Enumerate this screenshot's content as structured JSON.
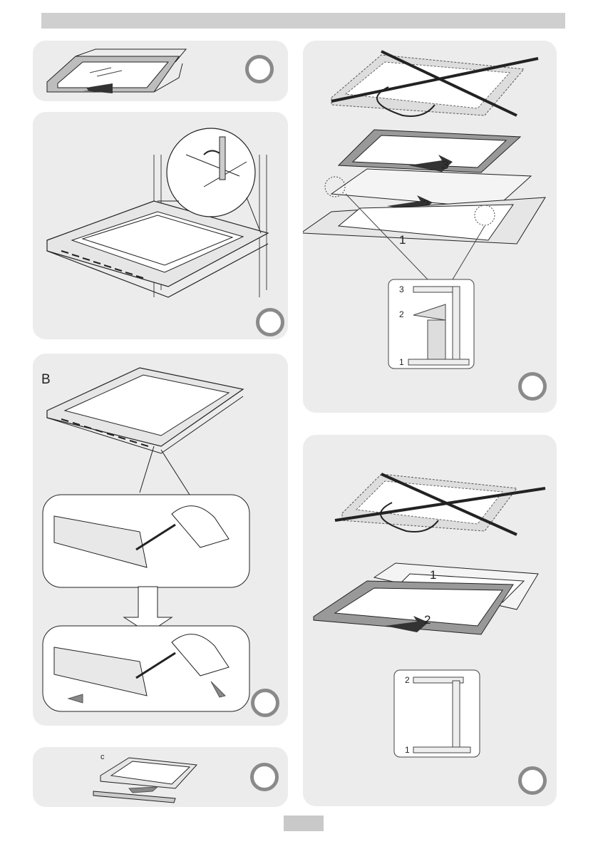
{
  "panel_b": {
    "label": "B"
  },
  "panel_c": {
    "label": "c"
  },
  "panel_glass3": {
    "layer_labels": [
      "3",
      "2",
      "1"
    ],
    "detail_labels": [
      "3",
      "2",
      "1"
    ]
  },
  "panel_glass2": {
    "layer_labels": [
      "1",
      "2"
    ],
    "detail_labels": [
      "2",
      "1"
    ]
  },
  "colors": {
    "panel_bg": "#ececec",
    "header_bar": "#cfcfcf",
    "circle_border": "#8a8a8a",
    "arrow": "#333333"
  },
  "icons": [
    "step-circle",
    "arrow-icon",
    "cross-out-icon",
    "screwdriver-hand-icon",
    "down-arrow-icon"
  ]
}
